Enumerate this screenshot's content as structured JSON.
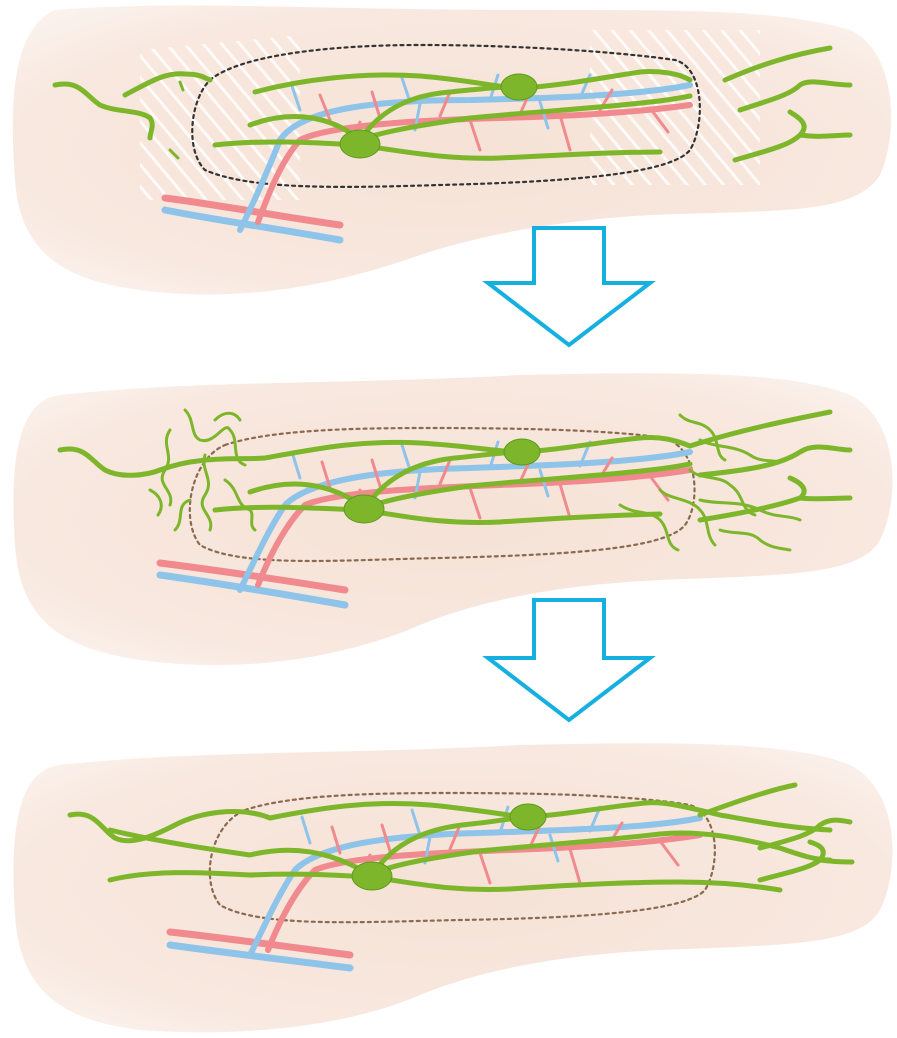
{
  "title": "",
  "stages": [
    {
      "id": "stage-1",
      "label": ""
    },
    {
      "id": "stage-2",
      "label": ""
    },
    {
      "id": "stage-3",
      "label": ""
    }
  ],
  "colors": {
    "tissue": "#f7e6dc",
    "tissue_edge": "#fbf1ec",
    "nerve": "#7db62a",
    "soma": "#7db62a",
    "artery": "#f08a8e",
    "vein": "#8ec3ea",
    "boundary_dark": "#333333",
    "boundary_brown": "#8a6a50",
    "arrow": "#16b0e0",
    "hatch": "#ffffff"
  },
  "icons": {
    "transition": "down-arrow-icon",
    "cell_body": "neuron-soma-icon"
  }
}
